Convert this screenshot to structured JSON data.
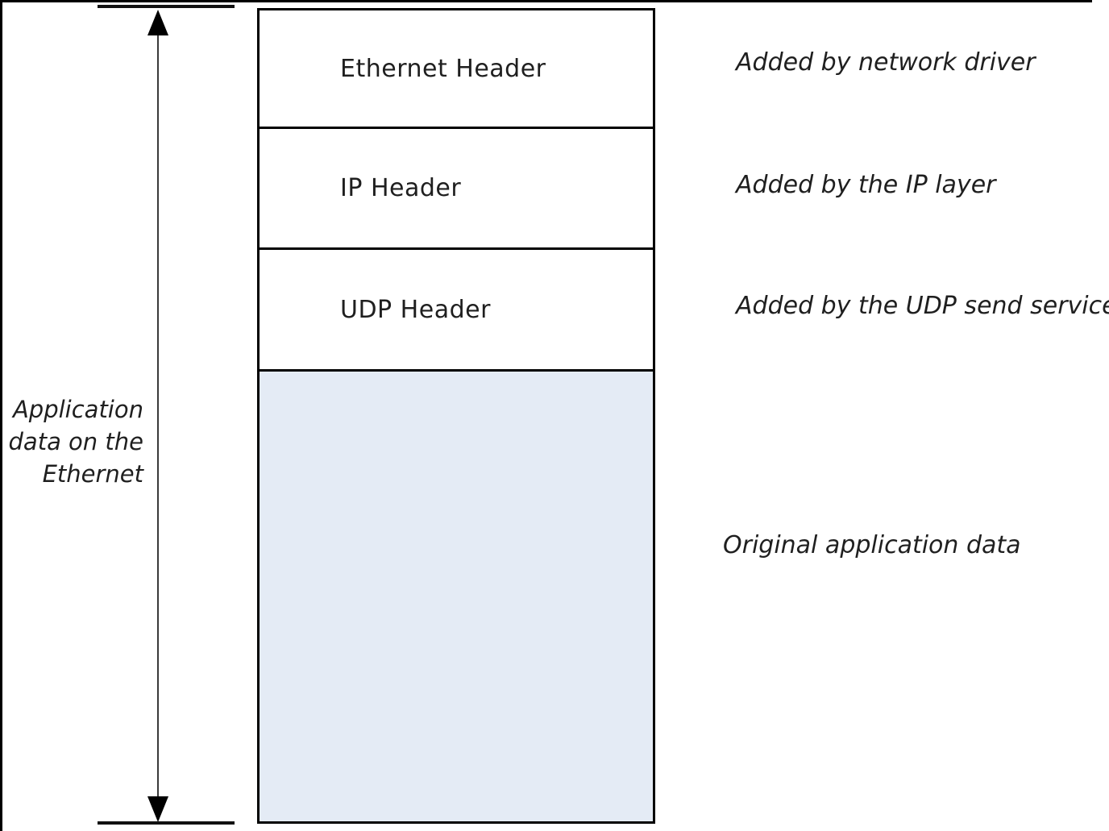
{
  "colors": {
    "stroke": "#000000",
    "text": "#1f1f1f",
    "data_fill": "#e4ebf5",
    "background": "#ffffff"
  },
  "dimension": {
    "label_lines": [
      "Application",
      "data on the",
      "Ethernet"
    ]
  },
  "stack": {
    "rows": [
      {
        "label": "Ethernet Header",
        "annotation": "Added by network driver",
        "kind": "header"
      },
      {
        "label": "IP Header",
        "annotation": "Added by the IP layer",
        "kind": "header"
      },
      {
        "label": "UDP Header",
        "annotation": "Added by the UDP send service",
        "kind": "header"
      },
      {
        "label": "",
        "annotation": "Original application data",
        "kind": "data"
      }
    ]
  },
  "icons": {
    "up_arrowhead": "triangle-up",
    "down_arrowhead": "triangle-down"
  }
}
